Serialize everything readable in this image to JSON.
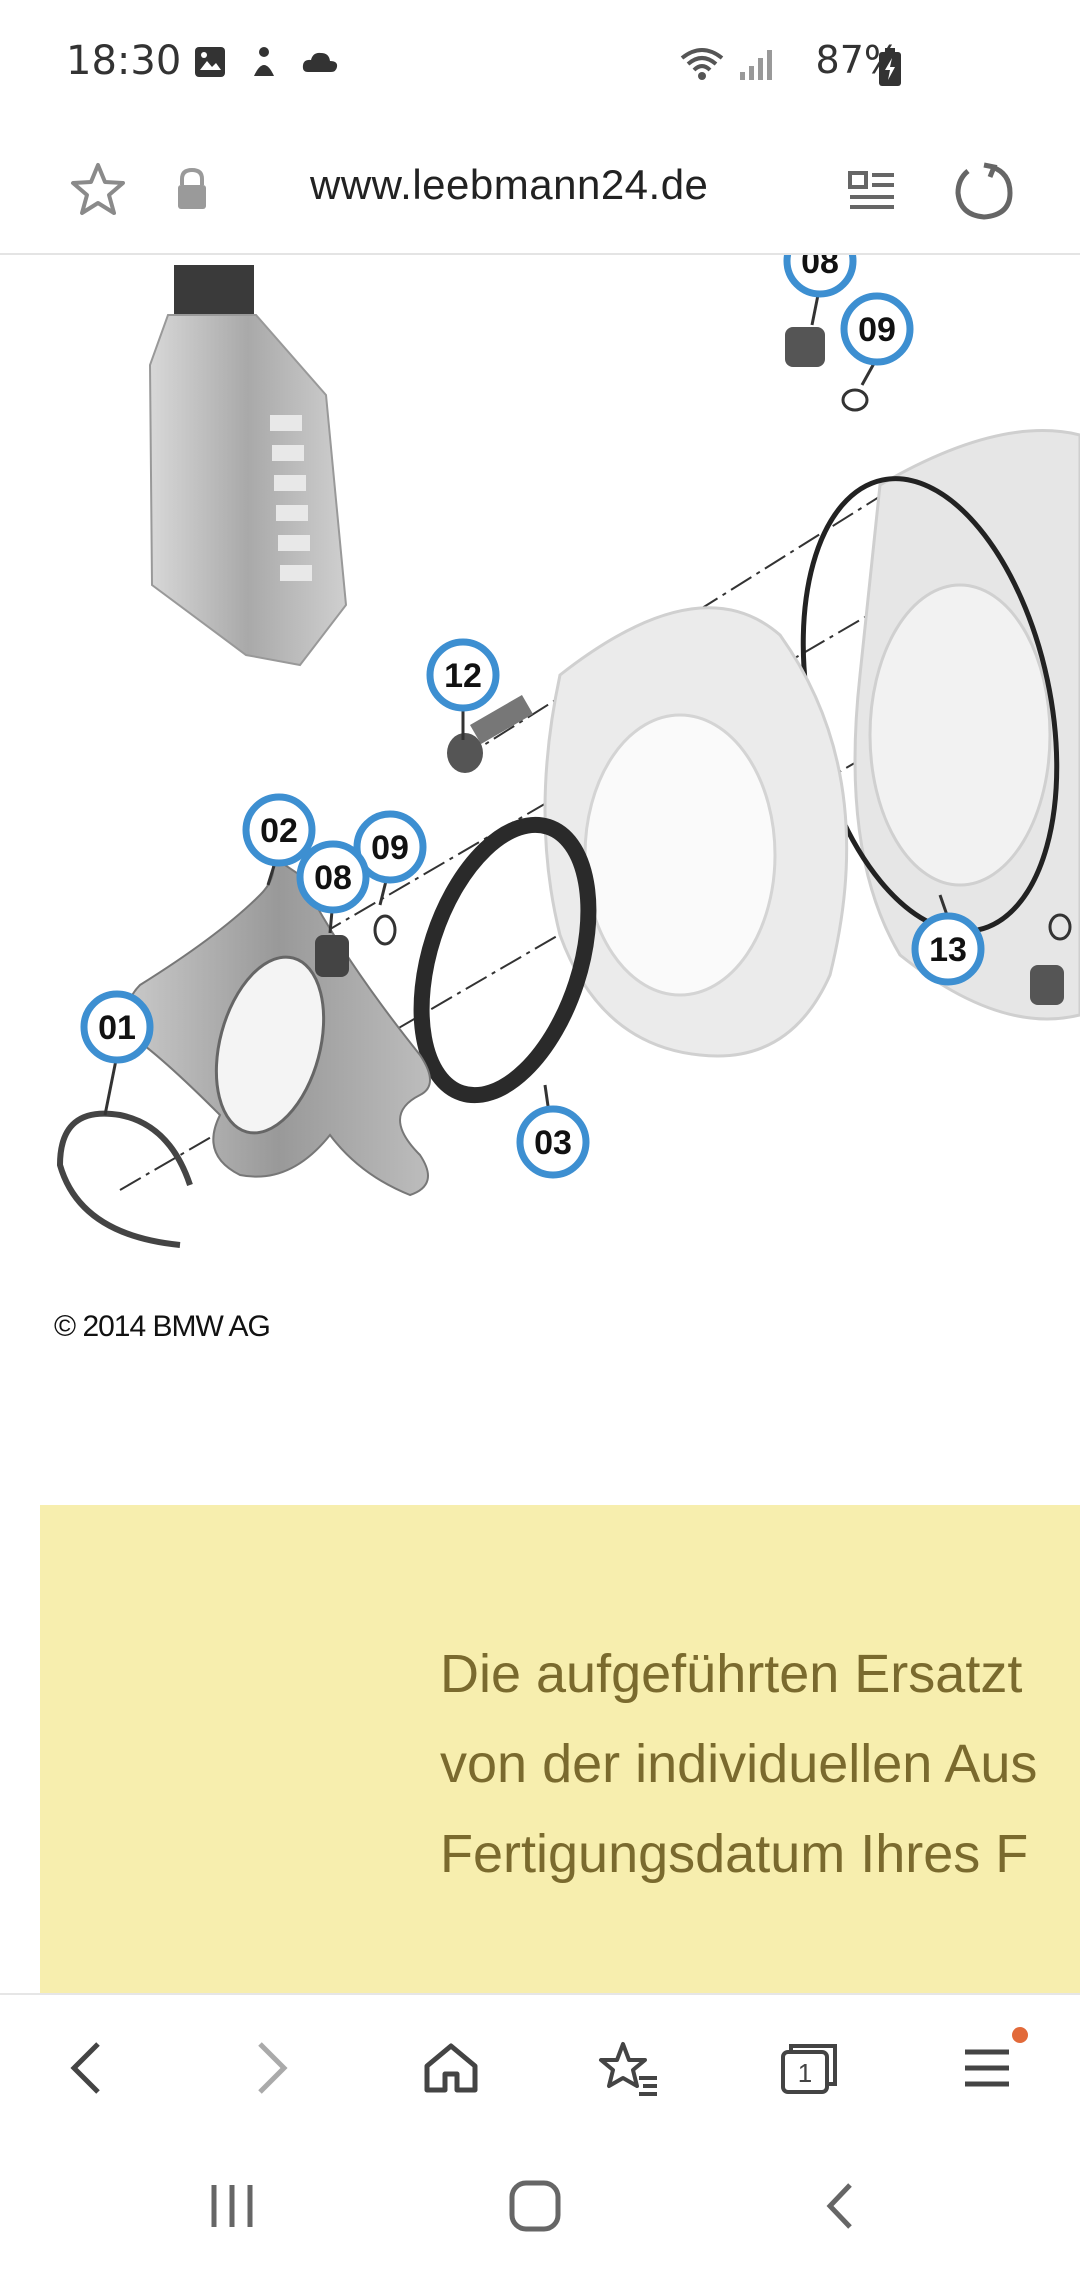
{
  "status": {
    "time": "18:30",
    "battery": "87%",
    "icons": [
      "gallery-icon",
      "figure-icon",
      "cloud-icon",
      "wifi-icon",
      "signal-icon",
      "battery-charging-icon"
    ]
  },
  "browser": {
    "url": "www.leebmann24.de",
    "icons": [
      "star-icon",
      "lock-icon",
      "reader-mode-icon",
      "reload-icon"
    ]
  },
  "diagram": {
    "callouts": [
      "08",
      "09",
      "12",
      "02",
      "09",
      "08",
      "01",
      "03",
      "13"
    ],
    "copyright": "© 2014 BMW AG"
  },
  "note": {
    "lines": [
      "Die aufgeführten Ersatzt",
      "von der individuellen Aus",
      "Fertigungsdatum Ihres F"
    ]
  },
  "bottom_nav": {
    "items": [
      "back-icon",
      "forward-icon",
      "home-icon",
      "bookmarks-icon",
      "tabs-icon",
      "menu-icon"
    ],
    "tabs_count": "1",
    "accent": "#e26a3a"
  },
  "system_nav": {
    "items": [
      "recents-icon",
      "home-button-icon",
      "back-gesture-icon"
    ]
  },
  "colors": {
    "callout_ring": "#3d8fd1",
    "note_bg": "#f7eeae",
    "note_text": "#7a6a2e"
  }
}
